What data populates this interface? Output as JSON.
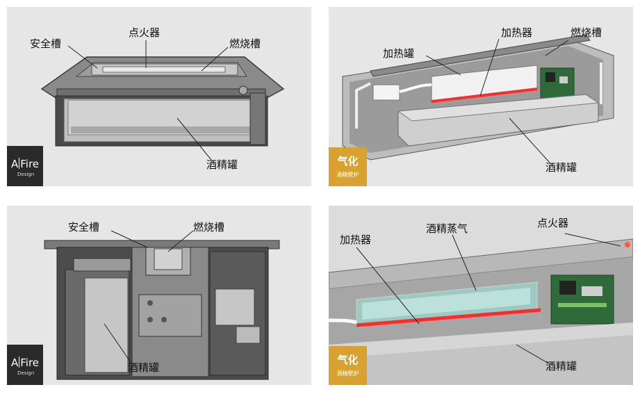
{
  "brand": {
    "logo_left": "A",
    "logo_right": "Fire",
    "logo_sub": "Design",
    "badge_title": "气化",
    "badge_sub": "酒精壁炉",
    "badge_color": "#d9a22e",
    "logo_bg": "#2a2a2a"
  },
  "panels": {
    "p1": {
      "safety": "安全槽",
      "igniter": "点火器",
      "burner": "燃烧槽",
      "tank": "酒精罐"
    },
    "p2": {
      "tank_heat": "加热罐",
      "heater": "加热器",
      "burner": "燃烧槽",
      "tank": "酒精罐"
    },
    "p3": {
      "safety": "安全槽",
      "burner": "燃烧槽",
      "tank": "酒精罐"
    },
    "p4": {
      "heater": "加热器",
      "vapor": "酒精蒸气",
      "igniter": "点火器",
      "tank": "酒精罐"
    }
  }
}
